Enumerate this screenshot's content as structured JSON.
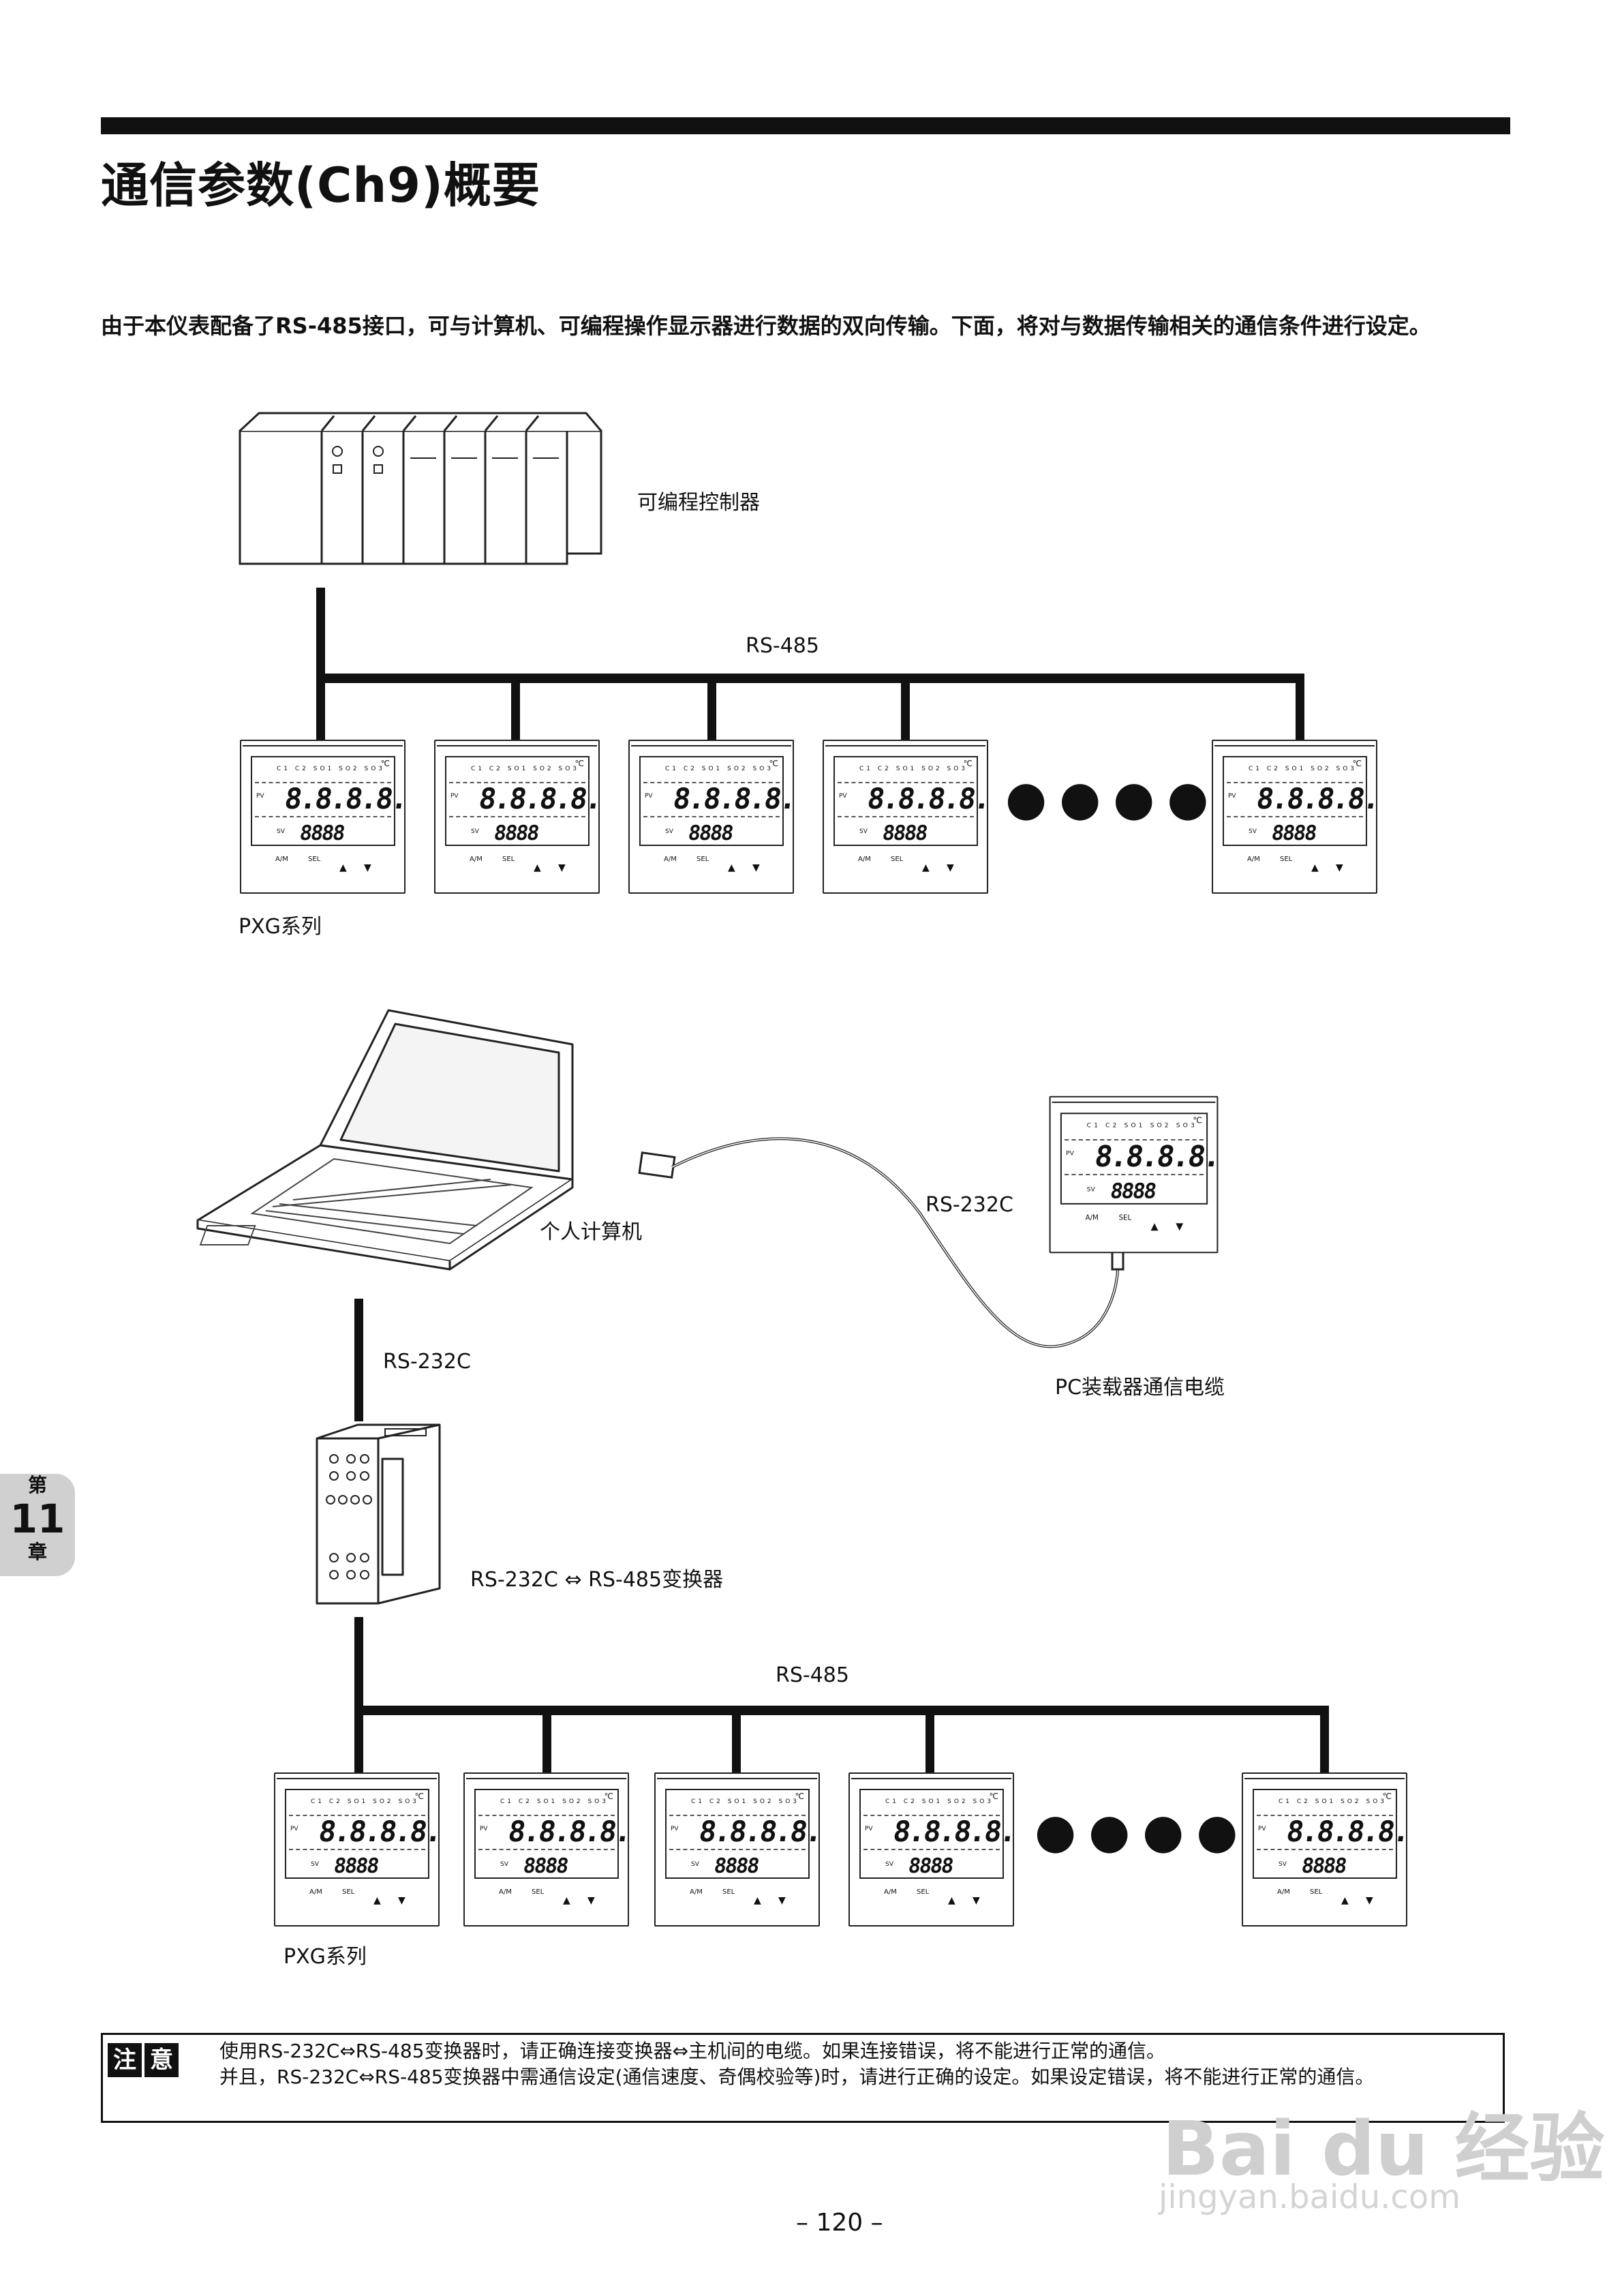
{
  "header": {
    "title": "通信参数(Ch9)概要"
  },
  "intro": {
    "text": "由于本仪表配备了RS-485接口，可与计算机、可编程操作显示器进行数据的双向传输。下面，将对与数据传输相关的通信条件进行设定。"
  },
  "diagram1": {
    "plc_label": "可编程控制器",
    "bus_label": "RS-485",
    "series_label": "PXG系列"
  },
  "diagram2": {
    "pc_label": "个人计算机",
    "cable_label": "RS-232C",
    "loader_label": "PC装载器通信电缆",
    "link_label": "RS-232C",
    "converter_label": "RS-232C ⇔ RS-485变换器",
    "bus_label": "RS-485",
    "series_label": "PXG系列"
  },
  "meter": {
    "unit": "℃",
    "leds": "C1 C2 SO1 SO2 SO3",
    "pv_label": "PV",
    "sv_label": "SV",
    "pv_digits": "8.8.8.8.",
    "sv_digits": "8888",
    "key_am": "A/M",
    "key_sel": "SEL"
  },
  "note": {
    "badge_1": "注",
    "badge_2": "意",
    "line_1": "使用RS-232C⇔RS-485变换器时，请正确连接变换器⇔主机间的电缆。如果连接错误，将不能进行正常的通信。",
    "line_2": "并且，RS-232C⇔RS-485变换器中需通信设定(通信速度、奇偶校验等)时，请进行正确的设定。如果设定错误，将不能进行正常的通信。"
  },
  "chapter_tab": {
    "prefix": "第",
    "number": "11",
    "suffix": "章"
  },
  "footer": {
    "page_number": "– 120 –"
  },
  "watermark": {
    "brand": "Bai du 经验",
    "url": "jingyan.baidu.com"
  },
  "colors": {
    "ink": "#111111",
    "tab_gray": "#d0d0d0",
    "watermark_gray": "#cfcfcf"
  }
}
